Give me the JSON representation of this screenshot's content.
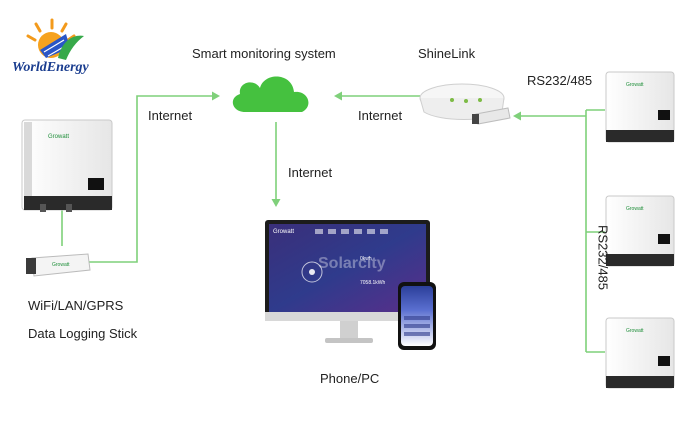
{
  "brand": {
    "name": "WorldEnergy"
  },
  "labels": {
    "cloud": "Smart monitoring system",
    "shinelink": "ShineLink",
    "internet_left": "Internet",
    "internet_right": "Internet",
    "internet_down": "Internet",
    "rs_top": "RS232/485",
    "rs_vertical": "RS232/485",
    "stick_line1": "WiFi/LAN/GPRS",
    "stick_line2": "Data Logging Stick",
    "devices": "Phone/PC"
  },
  "inverter_brand": "Growatt",
  "stick_brand": "Growatt",
  "screen": {
    "app_name": "Growatt",
    "watermark": "Solarcity",
    "value_a": "0kwh",
    "value_b": "7058.1kWh"
  },
  "colors": {
    "connector": "#7fd07a",
    "cloud": "#45c13f",
    "screen_bg": "#2f3b8c",
    "logo_blue": "#1a3d8f"
  }
}
